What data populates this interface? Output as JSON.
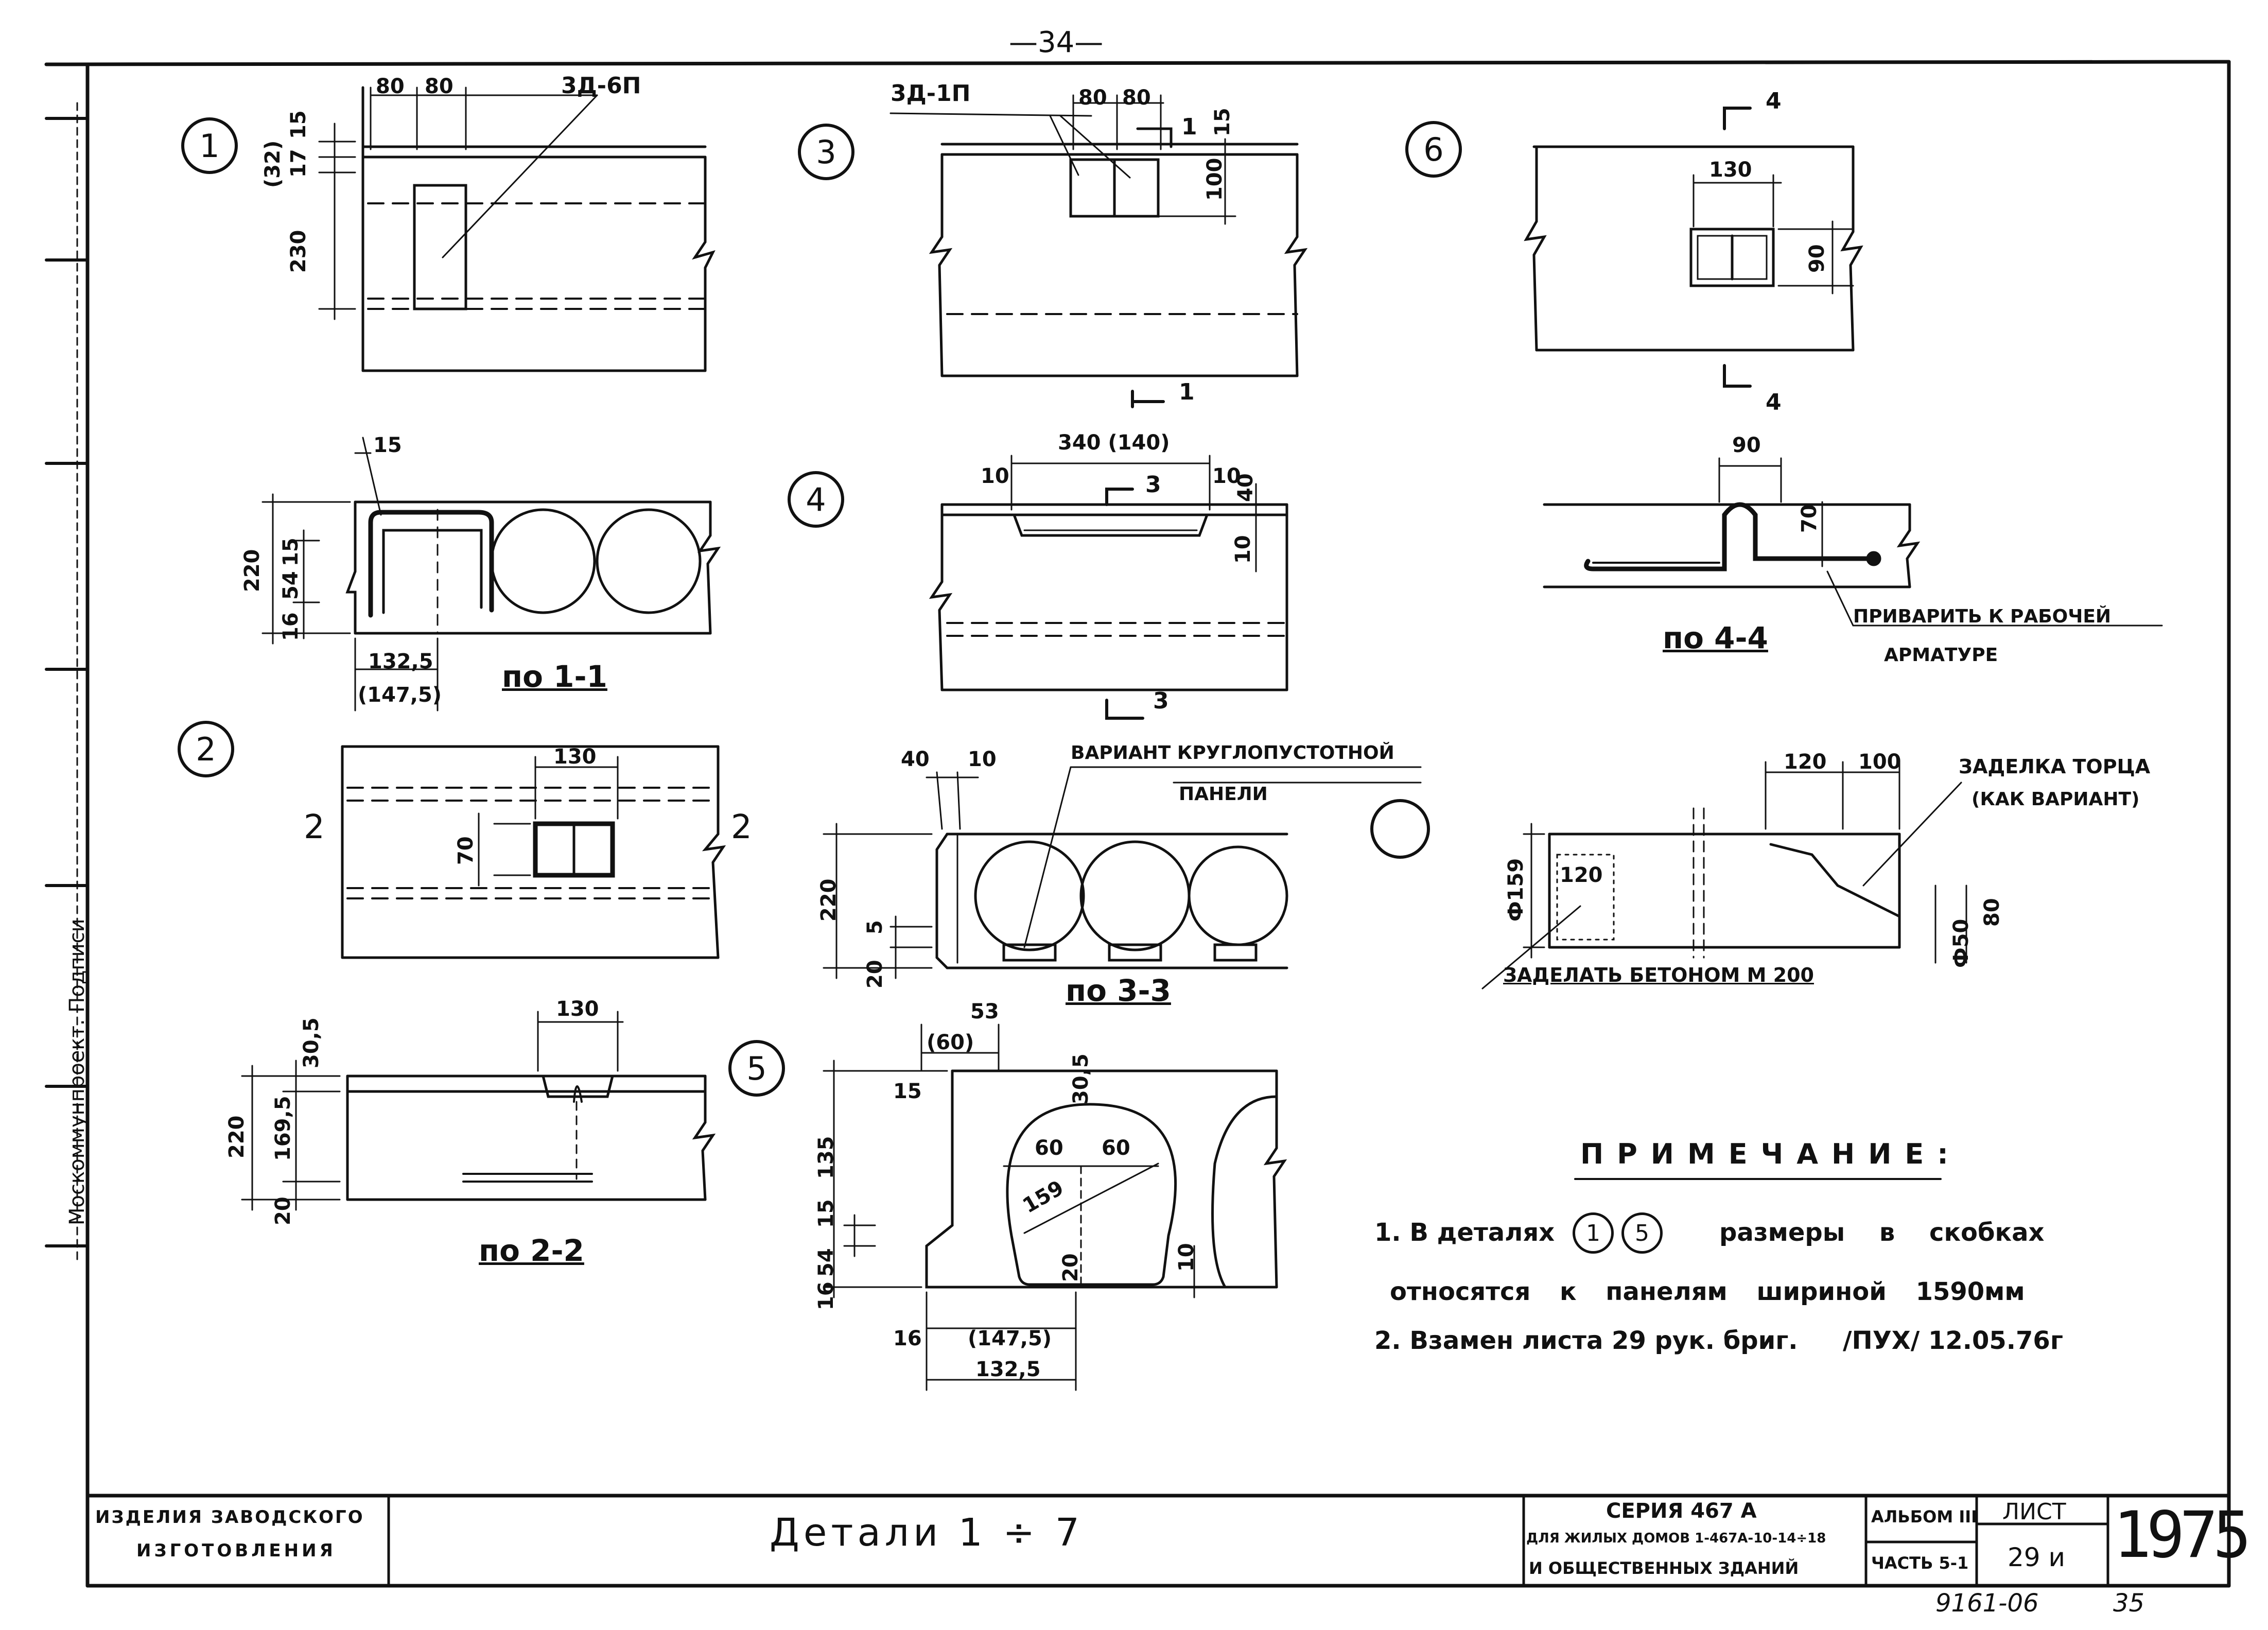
{
  "page_number": "—34—",
  "details": [
    {
      "num": "1"
    },
    {
      "num": "2"
    },
    {
      "num": "3"
    },
    {
      "num": "4"
    },
    {
      "num": "5"
    },
    {
      "num": "6"
    }
  ],
  "dims": {
    "d1_80a": "80",
    "d1_80b": "80",
    "d1_mark": "3Д-6П",
    "d1_32": "(32)",
    "d1_17": "17",
    "d1_15": "15",
    "d1_230": "230",
    "d3_mark": "3Д-1П",
    "d3_80a": "80",
    "d3_80b": "80",
    "d3_15": "15",
    "d3_100": "100",
    "d3_cut": "1",
    "d6_cut": "4",
    "d6_130": "130",
    "d6_90": "90",
    "s11_15": "15",
    "s11_220": "220",
    "s11_15b": "15",
    "s11_54": "54",
    "s11_16": "16",
    "s11_1325": "132,5",
    "s11_1475": "(147,5)",
    "d4_340": "340 (140)",
    "d4_10a": "10",
    "d4_3": "3",
    "d4_10b": "10",
    "d4_40": "40",
    "d4_10c": "10",
    "s44_90": "90",
    "s44_70": "70",
    "s44_weld1": "ПРИВАРИТЬ К РАБОЧЕЙ",
    "s44_weld2": "АРМАТУРЕ",
    "d2_130": "130",
    "d2_70": "70",
    "d2_cut": "2",
    "s33_40": "40",
    "s33_10": "10",
    "s33_var1": "ВАРИАНТ КРУГЛОПУСТОТНОЙ",
    "s33_var2": "ПАНЕЛИ",
    "s33_220": "220",
    "s33_5": "5",
    "s33_20": "20",
    "d7_120a": "120",
    "d7_100": "100",
    "d7_end1": "ЗАДЕЛКА ТОРЦА",
    "d7_end2": "(КАК ВАРИАНТ)",
    "d7_159": "Ф159",
    "d7_120b": "120",
    "d7_50": "Ф50",
    "d7_80": "80",
    "d7_concrete": "ЗАДЕЛАТЬ БЕТОНОМ М 200",
    "s22_130": "130",
    "s22_305": "30,5",
    "s22_220": "220",
    "s22_1695": "169,5",
    "s22_20": "20",
    "d5_53": "53",
    "d5_60p": "(60)",
    "d5_15a": "15",
    "d5_305": "30,5",
    "d5_135": "135",
    "d5_60a": "60",
    "d5_60b": "60",
    "d5_159": "159",
    "d5_15b": "15",
    "d5_54": "54",
    "d5_16a": "16",
    "d5_20": "20",
    "d5_10": "10",
    "d5_16b": "16",
    "d5_1475": "(147,5)",
    "d5_1325": "132,5"
  },
  "sections": {
    "s11": "по 1-1",
    "s22": "по 2-2",
    "s33": "по 3-3",
    "s44": "по 4-4"
  },
  "notes": {
    "title": "ПРИМЕЧАНИЕ:",
    "line1a": "1. В деталях",
    "line1_c1": "1",
    "line1_c2": "5",
    "line1b": "размеры в скобках",
    "line2": "относятся к панелям шириной 1590мм",
    "line3": "2. Взамен листа 29 рук. бриг.",
    "line3b": "/ПУХ/ 12.05.76г"
  },
  "title_block": {
    "left1": "ИЗДЕЛИЯ ЗАВОДСКОГО",
    "left2": "ИЗГОТОВЛЕНИЯ",
    "title": "Детали 1 ÷ 7",
    "series1": "СЕРИЯ 467 А",
    "series2": "ДЛЯ ЖИЛЫХ ДОМОВ 1-467А-10-14÷18",
    "series3": "И ОБЩЕСТВЕННЫХ ЗДАНИЙ",
    "album": "АЛЬБОМ III",
    "part": "ЧАСТЬ 5-1",
    "sheet_label": "ЛИСТ",
    "sheet_num": "29 и",
    "year": "1975",
    "bottom_code": "9161-06",
    "bottom_num": "35"
  },
  "margin_text": "Москоммунпроект. Подписи"
}
